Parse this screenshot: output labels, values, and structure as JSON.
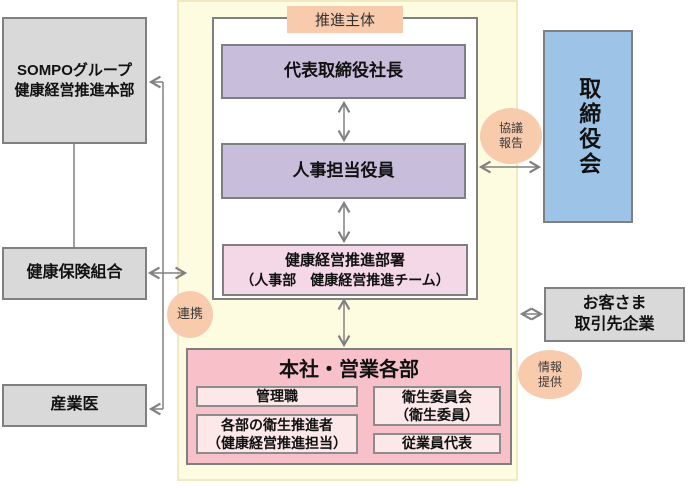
{
  "diagram": {
    "panel_label": "推進主体",
    "left": {
      "sompo_line1": "SOMPOグループ",
      "sompo_line2": "健康経営推進本部",
      "health_insurance": "健康保険組合",
      "occupational_doctor": "産業医"
    },
    "core": {
      "ceo": "代表取締役社長",
      "hr_officer": "人事担当役員",
      "dept_line1": "健康経営推進部署",
      "dept_line2": "（人事部　健康経営推進チーム）"
    },
    "headquarters": {
      "title": "本社・営業各部",
      "managers": "管理職",
      "promoter_line1": "各部の衛生推進者",
      "promoter_line2": "（健康経営推進担当）",
      "committee_line1": "衛生委員会",
      "committee_line2": "（衛生委員）",
      "employee_rep": "従業員代表"
    },
    "right": {
      "board": "取締役会",
      "customers_line1": "お客さま",
      "customers_line2": "取引先企業"
    },
    "badges": {
      "consult_line1": "協議",
      "consult_line2": "報告",
      "cooperation": "連携",
      "info_line1": "情報",
      "info_line2": "提供"
    },
    "colors": {
      "panel_yellow": "#FEFCE0",
      "box_purple": "#C8BEDC",
      "box_pink": "#F4D8E8",
      "box_rose": "#F8C1C9",
      "box_rose_light": "#FCE7E9",
      "box_gray": "#D9D9D9",
      "box_blue": "#9DC3E6",
      "badge_peach": "#F8CBAD",
      "line_gray": "#808080"
    }
  }
}
